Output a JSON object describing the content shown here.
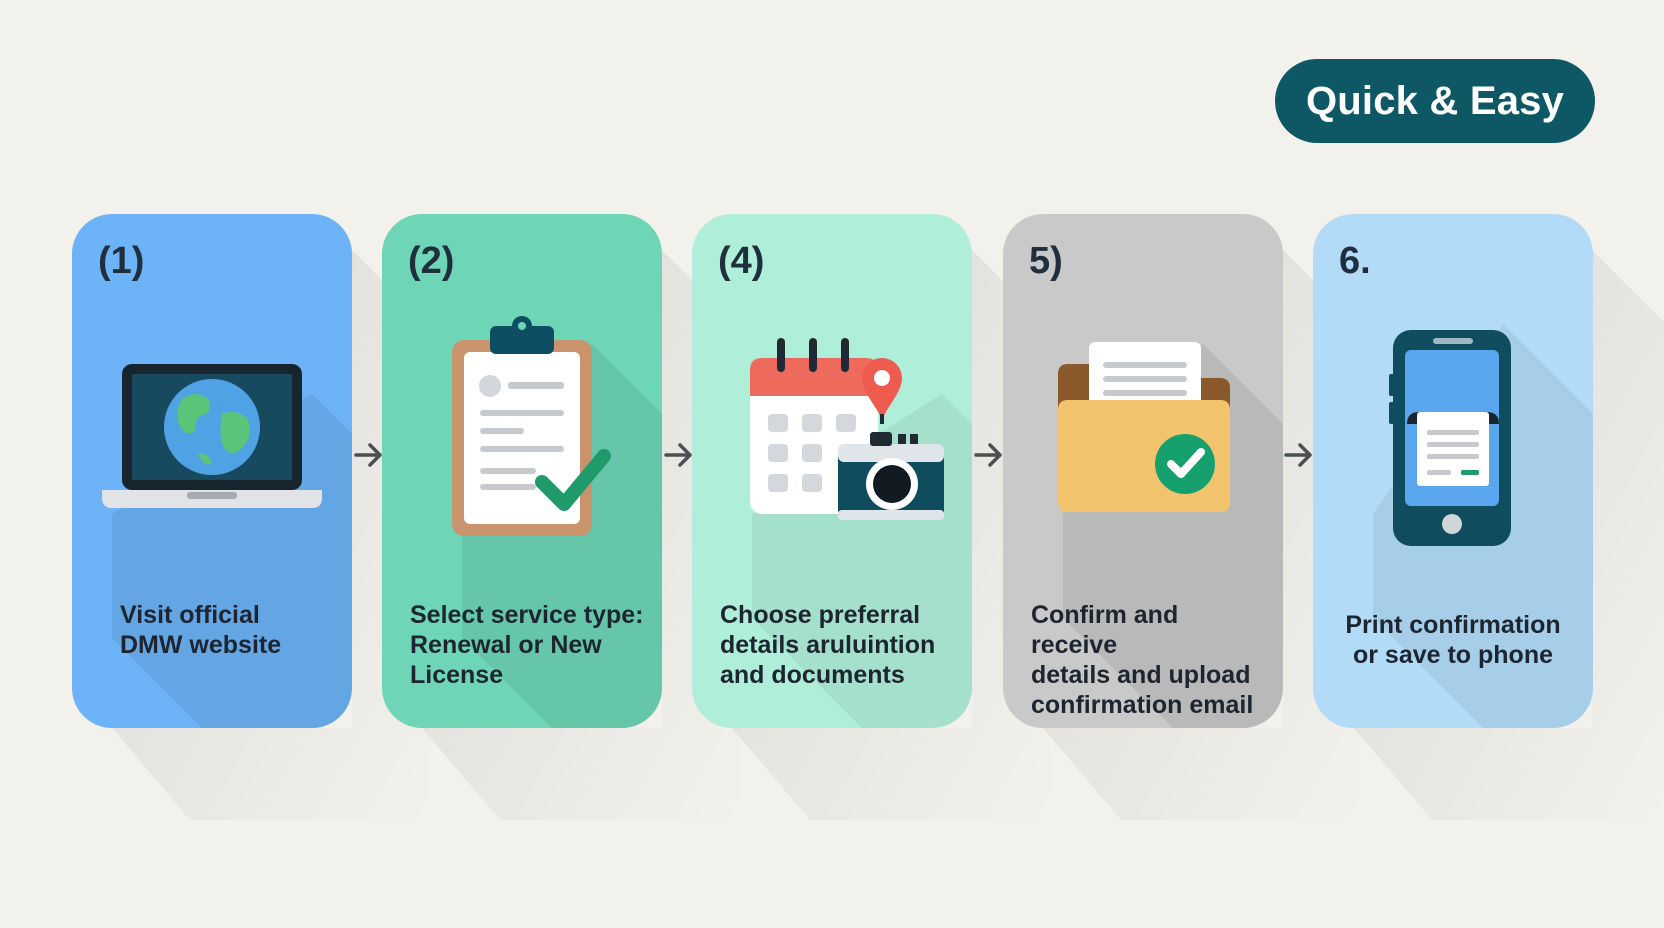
{
  "badge": {
    "label": "Quick & Easy"
  },
  "colors": {
    "background": "#f3f1ec",
    "badge": "#0e5865",
    "step1": "#6db3f7",
    "step2": "#6ed6b6",
    "step3": "#afeed9",
    "step4": "#c9c9c9",
    "step5": "#b2dbf8"
  },
  "steps": [
    {
      "number": "(1)",
      "text": "Visit official\nDMW website",
      "icon": "laptop-globe-icon"
    },
    {
      "number": "(2)",
      "text": "Select service type:\n Renewal or New\n License",
      "icon": "clipboard-check-icon"
    },
    {
      "number": "(4)",
      "text": "Choose preferral\ndetails aruluintion\nand documents",
      "icon": "calendar-camera-icon"
    },
    {
      "number": "5)",
      "text": "Confirm and receive\ndetails and upload\nconfirmation email",
      "icon": "folder-check-icon"
    },
    {
      "number": "6.",
      "text": "Print confirmation\nor save to phone",
      "icon": "phone-receipt-icon"
    }
  ]
}
